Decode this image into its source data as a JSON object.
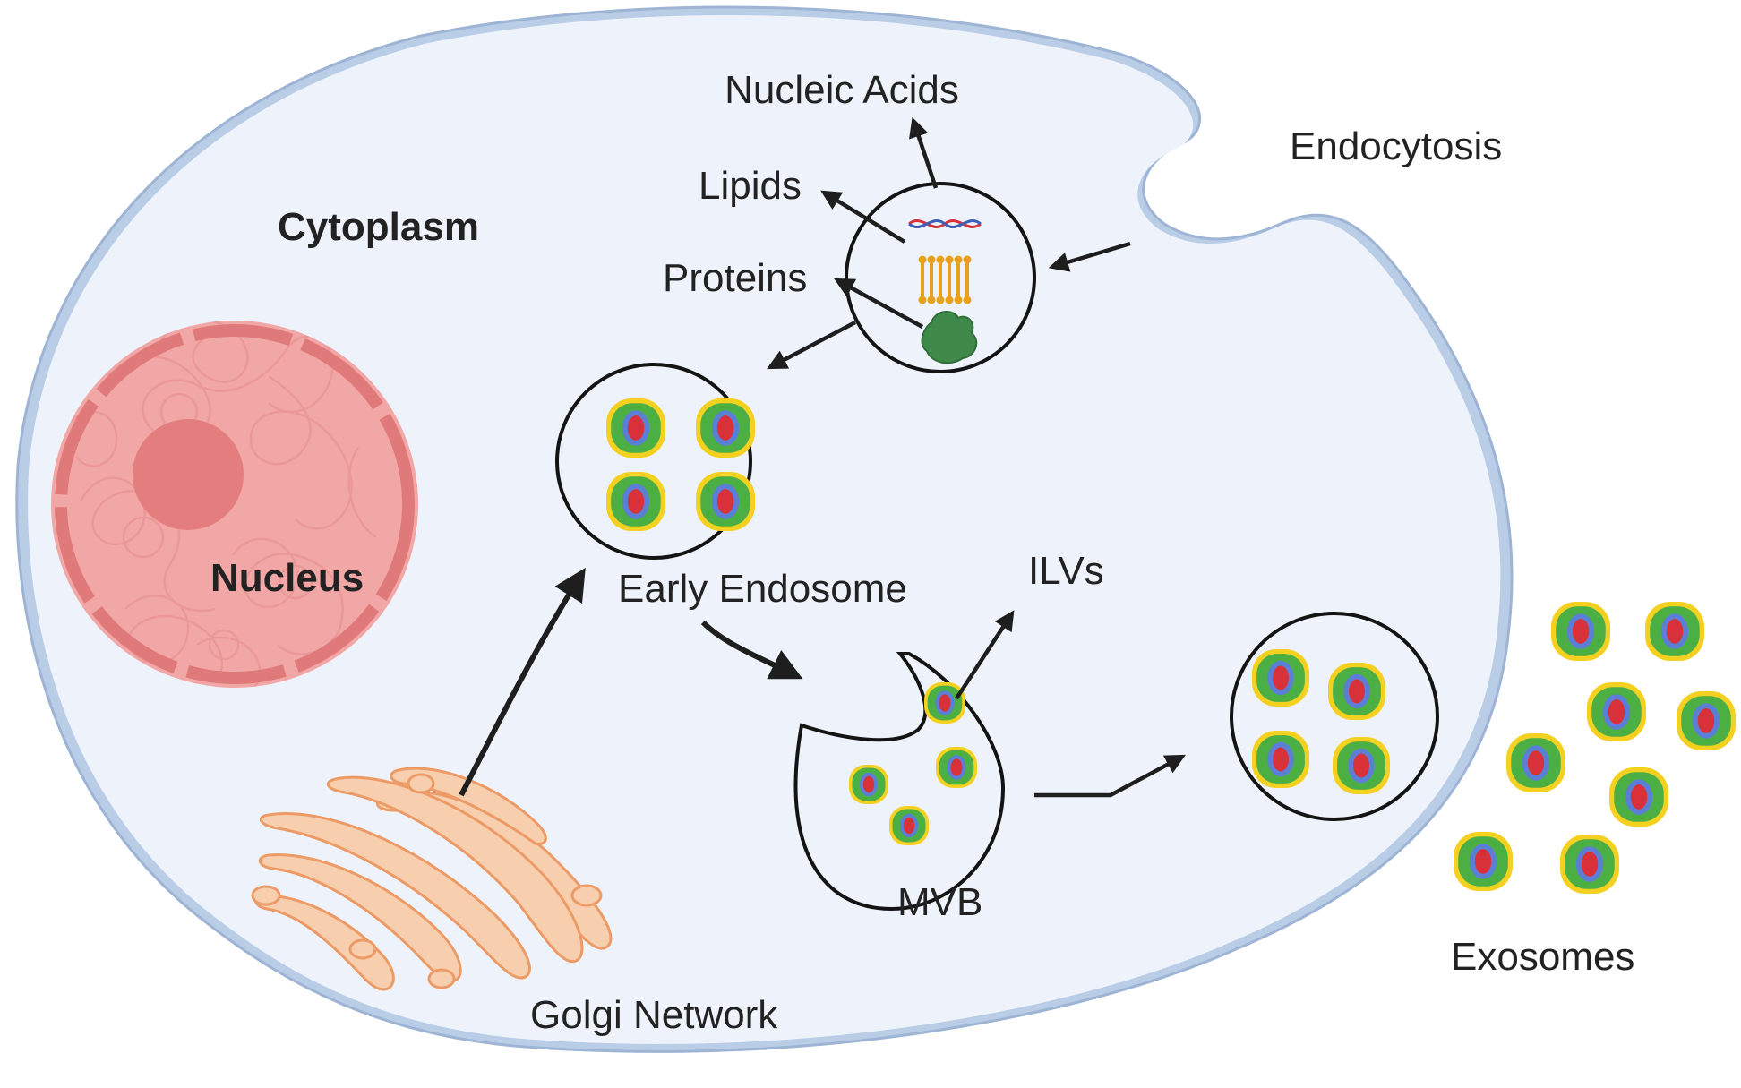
{
  "labels": {
    "cytoplasm": "Cytoplasm",
    "nucleus": "Nucleus",
    "nucleic_acids": "Nucleic Acids",
    "lipids": "Lipids",
    "proteins": "Proteins",
    "endocytosis": "Endocytosis",
    "early_endosome": "Early Endosome",
    "ilvs": "ILVs",
    "mvb": "MVB",
    "exosomes": "Exosomes",
    "golgi_network": "Golgi Network"
  },
  "colors": {
    "cell_membrane": "#b9cde6",
    "cell_fill": "#eef3fb",
    "nucleus_fill": "#f2a7a7",
    "nucleus_border": "#e07a7a",
    "nucleolus": "#e47e7e",
    "golgi_fill": "#f7cfae",
    "golgi_stroke": "#ec9a66",
    "exosome_outer": "#f4d020",
    "exosome_green": "#4caf43",
    "exosome_blue": "#5b7fd6",
    "exosome_red": "#d8313a",
    "lipid": "#e8a11c",
    "protein": "#3f8a4a",
    "arrow": "#1e1e1e"
  }
}
